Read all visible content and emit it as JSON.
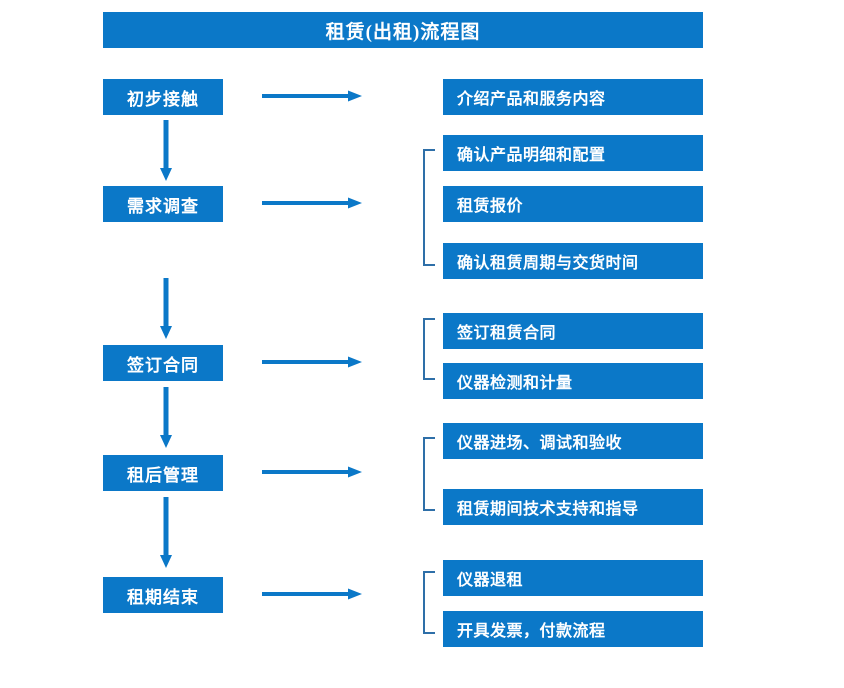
{
  "chart_data": {
    "type": "diagram",
    "title": "租赁(出租)流程图",
    "accent_color": "#0B78C8",
    "bracket_color": "#2E6FA8",
    "text_color": "#FFFFFF",
    "stages": [
      {
        "label": "初步接触",
        "details": [
          "介绍产品和服务内容"
        ],
        "has_bracket": false
      },
      {
        "label": "需求调查",
        "details": [
          "确认产品明细和配置",
          "租赁报价",
          "确认租赁周期与交货时间"
        ],
        "has_bracket": true
      },
      {
        "label": "签订合同",
        "details": [
          "签订租赁合同",
          "仪器检测和计量"
        ],
        "has_bracket": true
      },
      {
        "label": "租后管理",
        "details": [
          "仪器进场、调试和验收",
          "租赁期间技术支持和指导"
        ],
        "has_bracket": true
      },
      {
        "label": "租期结束",
        "details": [
          "仪器退租",
          "开具发票，付款流程"
        ],
        "has_bracket": true
      }
    ]
  },
  "title": {
    "text": "租赁(出租)流程图"
  },
  "stages": [
    {
      "label": "初步接触"
    },
    {
      "label": "需求调查"
    },
    {
      "label": "签订合同"
    },
    {
      "label": "租后管理"
    },
    {
      "label": "租期结束"
    }
  ],
  "details": {
    "d0": "介绍产品和服务内容",
    "d1": "确认产品明细和配置",
    "d2": "租赁报价",
    "d3": "确认租赁周期与交货时间",
    "d4": "签订租赁合同",
    "d5": "仪器检测和计量",
    "d6": "仪器进场、调试和验收",
    "d7": "租赁期间技术支持和指导",
    "d8": "仪器退租",
    "d9": "开具发票，付款流程"
  },
  "connectors": {
    "arrow_right_icon": "arrow-right-icon",
    "arrow_down_icon": "arrow-down-icon",
    "bracket_icon": "group-bracket-icon"
  }
}
